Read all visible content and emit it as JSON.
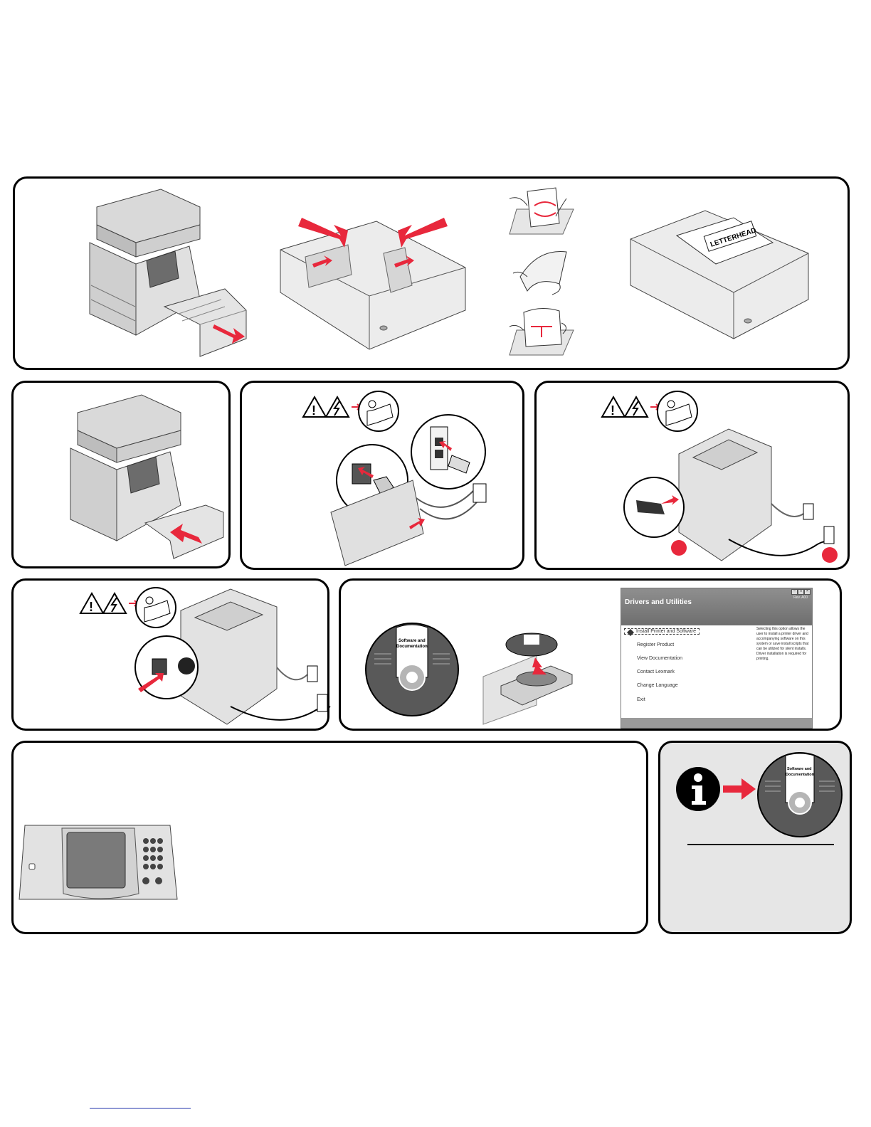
{
  "illustrations": {
    "tray_sheet_label": "LETTERHEAD",
    "cd_label_line1": "Software and",
    "cd_label_line2": "Documentation",
    "cd_small_label_line1": "Software and",
    "cd_small_label_line2": "Documentation",
    "callout_a": "",
    "callout_b": ""
  },
  "installer_window": {
    "title": "Drivers and Utilities",
    "revision": "Rev. A00",
    "menu": [
      "Install Printer and Software",
      "Register Product",
      "View Documentation",
      "Contact Lexmark",
      "Change Language",
      "Exit"
    ],
    "description": "Selecting this option allows the user to install a printer driver and accompanying software on this system or save install scripts that can be utilized for silent installs. Driver installation is required for printing."
  },
  "colors": {
    "accent": "#e8283c",
    "panel_grey": "#e6e6e6",
    "line": "#000000"
  }
}
